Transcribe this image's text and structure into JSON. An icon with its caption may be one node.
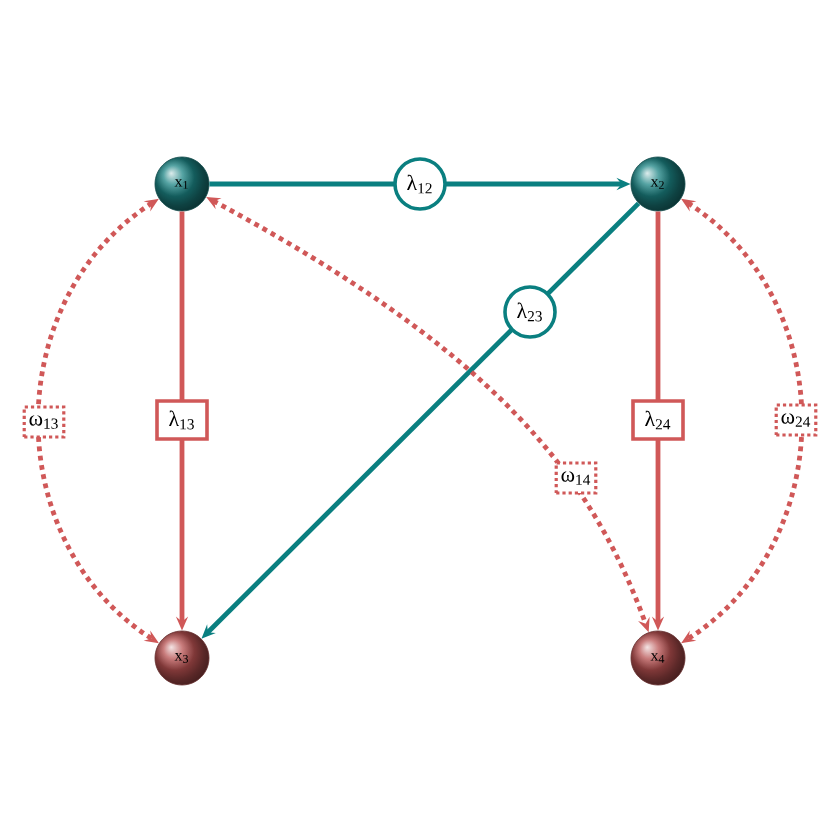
{
  "diagram": {
    "nodes": [
      {
        "text": [
          "x$_{1}$"
        ]
      },
      {
        "text": [
          "x$_{2}$"
        ]
      },
      {
        "text": [
          "x$_{3}$"
        ]
      },
      {
        "text": [
          "x$_{4}$"
        ]
      }
    ],
    "edges": [
      {
        "from": 0,
        "to": 1,
        "arrow": "to",
        "label": "λ$_{12}$",
        "color": "#0a7f80"
      },
      {
        "from": 1,
        "to": 2,
        "arrow": "to",
        "label": "λ$_{23}$",
        "color": "#0a7f80"
      },
      {
        "from": 0,
        "to": 2,
        "arrow": "to",
        "label": "λ$_{13}$"
      },
      {
        "from": 1,
        "to": 3,
        "arrow": "to",
        "label": "λ$_{24}$"
      },
      {
        "from": 0,
        "to": 2,
        "arrow": "both",
        "label": "ω$_{13}$",
        "style": "dashed"
      },
      {
        "from": 0,
        "to": 3,
        "arrow": "both",
        "label": "ω$_{14}$",
        "style": "dashed"
      },
      {
        "from": 1,
        "to": 3,
        "arrow": "both",
        "label": "ω$_{24}$",
        "style": "dashed"
      }
    ]
  }
}
